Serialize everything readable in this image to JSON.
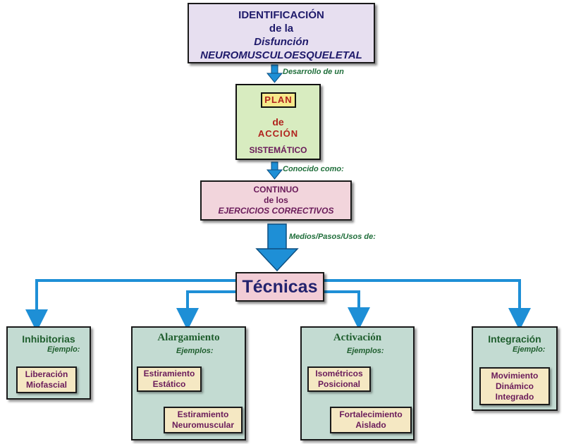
{
  "top_box": {
    "line1": "IDENTIFICACIÓN",
    "line2": "de la",
    "line3": "Disfunción",
    "line4": "NEUROMUSCULOESQUELETAL"
  },
  "connector_1": "Desarrollo de un",
  "plan_box": {
    "tag": "PLAN",
    "line2": "de",
    "line3": "ACCIÓN",
    "line4": "SISTEMÁTICO"
  },
  "connector_2": "Conocido como:",
  "continuum_box": {
    "line1": "CONTINUO",
    "line2": "de los",
    "line3": "EJERCICIOS CORRECTIVOS"
  },
  "connector_3": "Medios/Pasos/Usos de:",
  "techniques": "Técnicas",
  "categories": {
    "inhibitorias": {
      "title": "Inhibitorias",
      "example": "Ejemplo:",
      "items": [
        "Liberación",
        "Miofascial"
      ]
    },
    "alargamiento": {
      "title": "Alargamiento",
      "example": "Ejemplos:",
      "item1": [
        "Estiramiento",
        "Estático"
      ],
      "item2": [
        "Estiramiento",
        "Neuromuscular"
      ]
    },
    "activacion": {
      "title": "Activación",
      "example": "Ejemplos:",
      "item1": [
        "Isométricos",
        "Posicional"
      ],
      "item2": [
        "Fortalecimiento",
        "Aislado"
      ]
    },
    "integracion": {
      "title": "Integración",
      "example": "Ejemplo:",
      "items": [
        "Movimiento",
        "Dinámico",
        "Integrado"
      ]
    }
  },
  "colors": {
    "arrow_blue": "#1e8fd6",
    "green_box": "#c3dbd2",
    "leaf_box": "#f5e8c3",
    "title_green": "#1f5e2e",
    "leaf_text": "#6a1b5a"
  }
}
